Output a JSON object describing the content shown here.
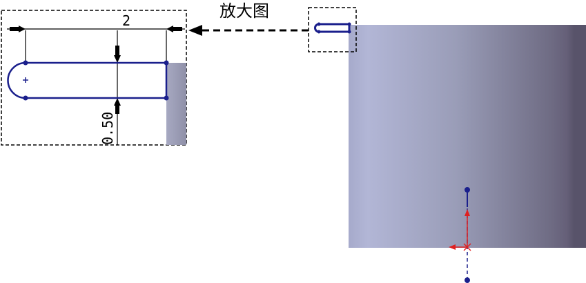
{
  "callout": {
    "label": "放大图"
  },
  "dimensions": {
    "width": "2",
    "height": "0.50"
  },
  "colors": {
    "sketch": "#1a1f8c",
    "axis_red": "#e02020",
    "frame": "#000000",
    "cylinder_light": "#b4b8d6",
    "cylinder_dark": "#5a5570"
  }
}
